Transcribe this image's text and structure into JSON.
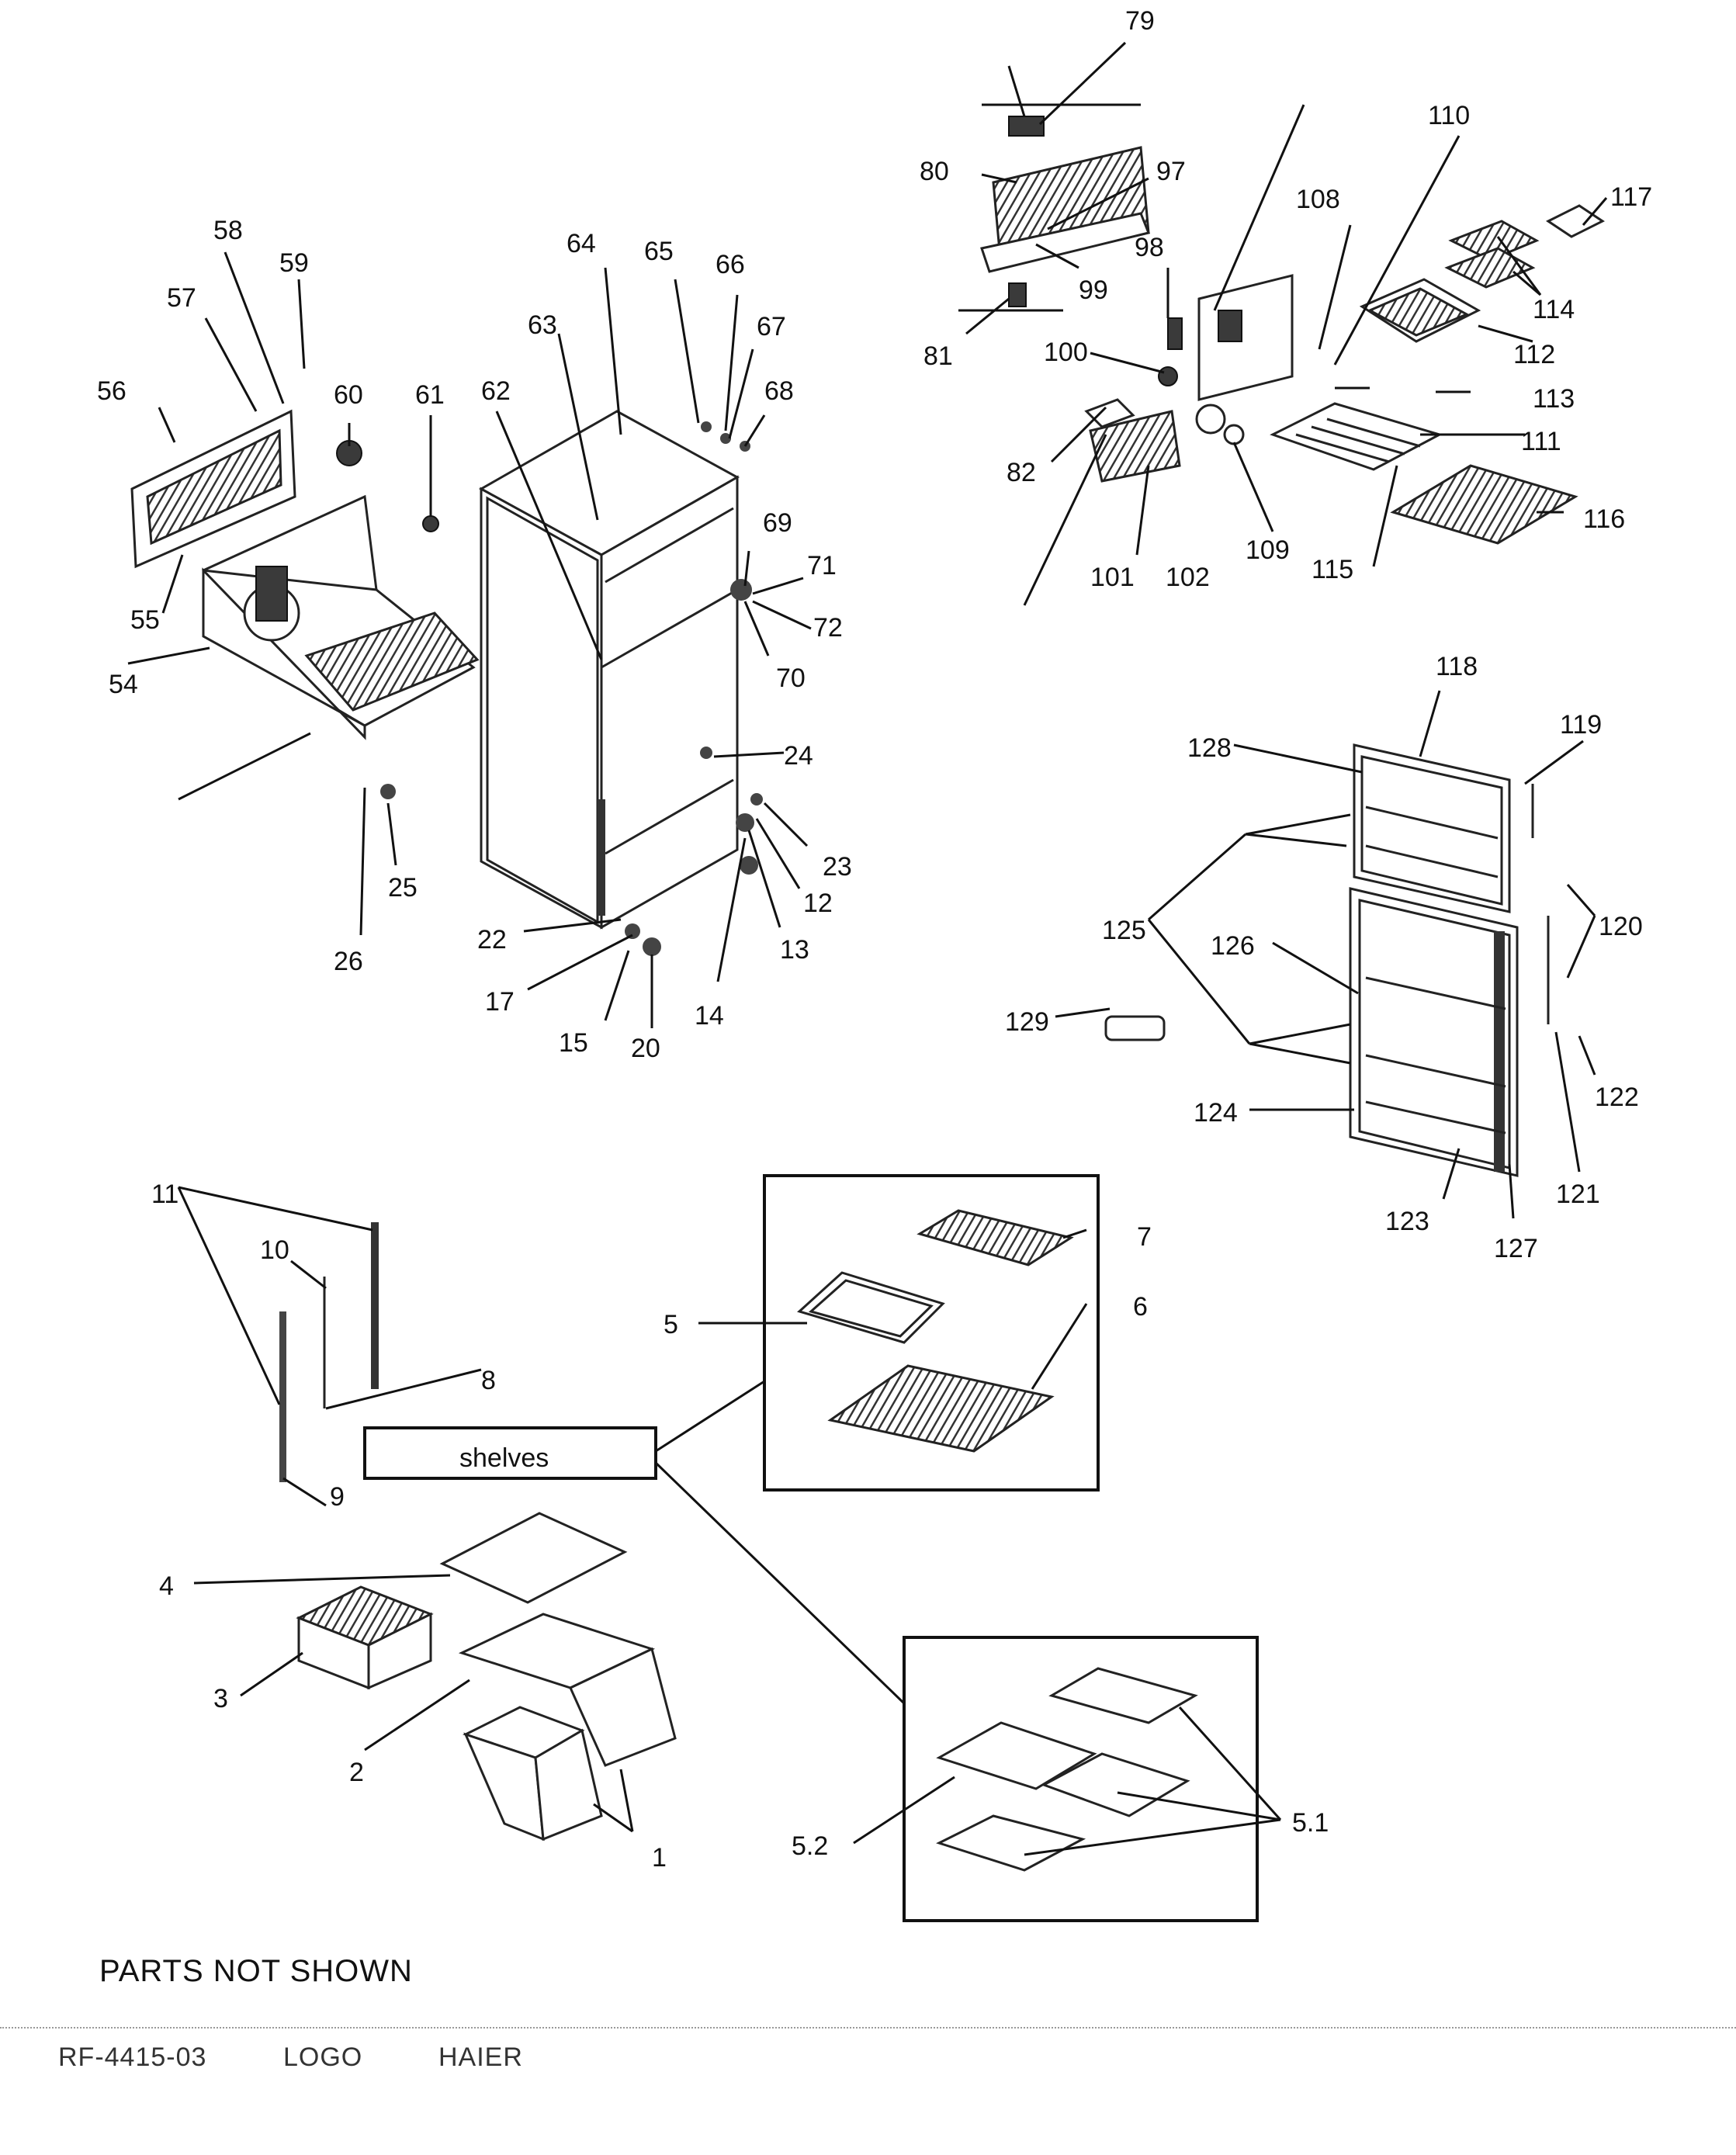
{
  "callouts": {
    "n1": "1",
    "n2": "2",
    "n3": "3",
    "n4": "4",
    "n5": "5",
    "n5_1": "5.1",
    "n5_2": "5.2",
    "n6": "6",
    "n7": "7",
    "n8": "8",
    "n9": "9",
    "n10": "10",
    "n11": "11",
    "n12": "12",
    "n13": "13",
    "n14": "14",
    "n15": "15",
    "n17": "17",
    "n20": "20",
    "n22": "22",
    "n23": "23",
    "n24": "24",
    "n25": "25",
    "n26": "26",
    "n54": "54",
    "n55": "55",
    "n56": "56",
    "n57": "57",
    "n58": "58",
    "n59": "59",
    "n60": "60",
    "n61": "61",
    "n62": "62",
    "n63": "63",
    "n64": "64",
    "n65": "65",
    "n66": "66",
    "n67": "67",
    "n68": "68",
    "n69": "69",
    "n70": "70",
    "n71": "71",
    "n72": "72",
    "n79": "79",
    "n80": "80",
    "n81": "81",
    "n82": "82",
    "n97": "97",
    "n98": "98",
    "n99": "99",
    "n100": "100",
    "n101": "101",
    "n102": "102",
    "n108": "108",
    "n109": "109",
    "n110": "110",
    "n111": "111",
    "n112": "112",
    "n113": "113",
    "n114": "114",
    "n115": "115",
    "n116": "116",
    "n117": "117",
    "n118": "118",
    "n119": "119",
    "n120": "120",
    "n121": "121",
    "n122": "122",
    "n123": "123",
    "n124": "124",
    "n125": "125",
    "n126": "126",
    "n127": "127",
    "n128": "128",
    "n129": "129"
  },
  "shelves_label": "shelves",
  "footer": {
    "heading": "PARTS NOT SHOWN",
    "items": [
      "RF-4415-03",
      "LOGO",
      "HAIER"
    ]
  }
}
